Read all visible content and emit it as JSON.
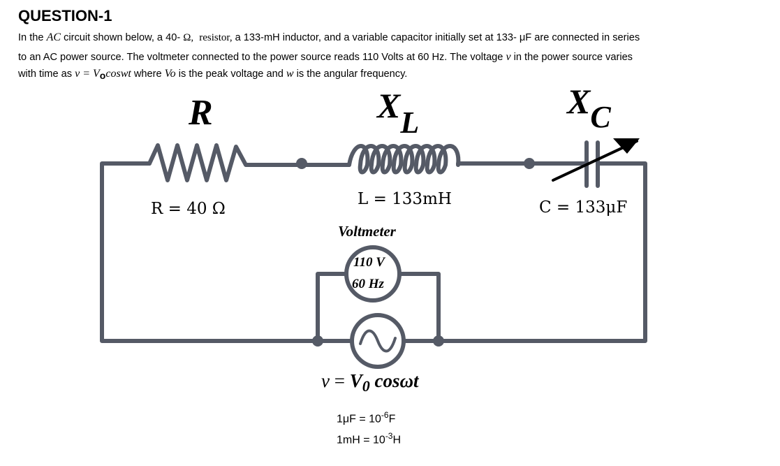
{
  "question": {
    "title": "QUESTION-1",
    "line1": {
      "a": "In the ",
      "ac": "AC",
      "b": " circuit shown below, a 40- ",
      "omega": "Ω,",
      "resistor": "resistor,",
      "c": " a 133-mH inductor, and a variable capacitor initially set at 133- μF are connected in series"
    },
    "line2": {
      "a": "to an AC power source. The voltmeter connected to the power source reads 110 Volts at 60 Hz. The voltage ",
      "v": "v",
      "b": " in the power source varies"
    },
    "line3": {
      "a": "with time as ",
      "eq_v": "v",
      "eq_mid": " = V",
      "eq_sub": "o",
      "eq_cos": "coswt",
      "b": " where  ",
      "vo": "Vo",
      "c": " is the peak voltage and ",
      "w": "w",
      "d": " is the angular frequency."
    }
  },
  "circuit": {
    "r_symbol": "R",
    "xl_main": "X",
    "xl_sub": "L",
    "xc_main": "X",
    "xc_sub": "C",
    "r_value": "R = 40 Ω",
    "l_value": "L = 133mH",
    "c_value": "C = 133μF",
    "voltmeter_label": "Voltmeter",
    "meter_line1": "110 V",
    "meter_line2": "60 Hz",
    "source_eq_v": "v",
    "source_eq_eq": " = ",
    "source_eq_V": "V",
    "source_eq_sub": "0",
    "source_eq_rest": " cos",
    "source_eq_wt": "ωt"
  },
  "units": {
    "uf_base": "1μF = 10",
    "uf_exp": "-6",
    "uf_unit": "F",
    "mh_base": "1mH = 10",
    "mh_exp": "-3",
    "mh_unit": "H"
  }
}
